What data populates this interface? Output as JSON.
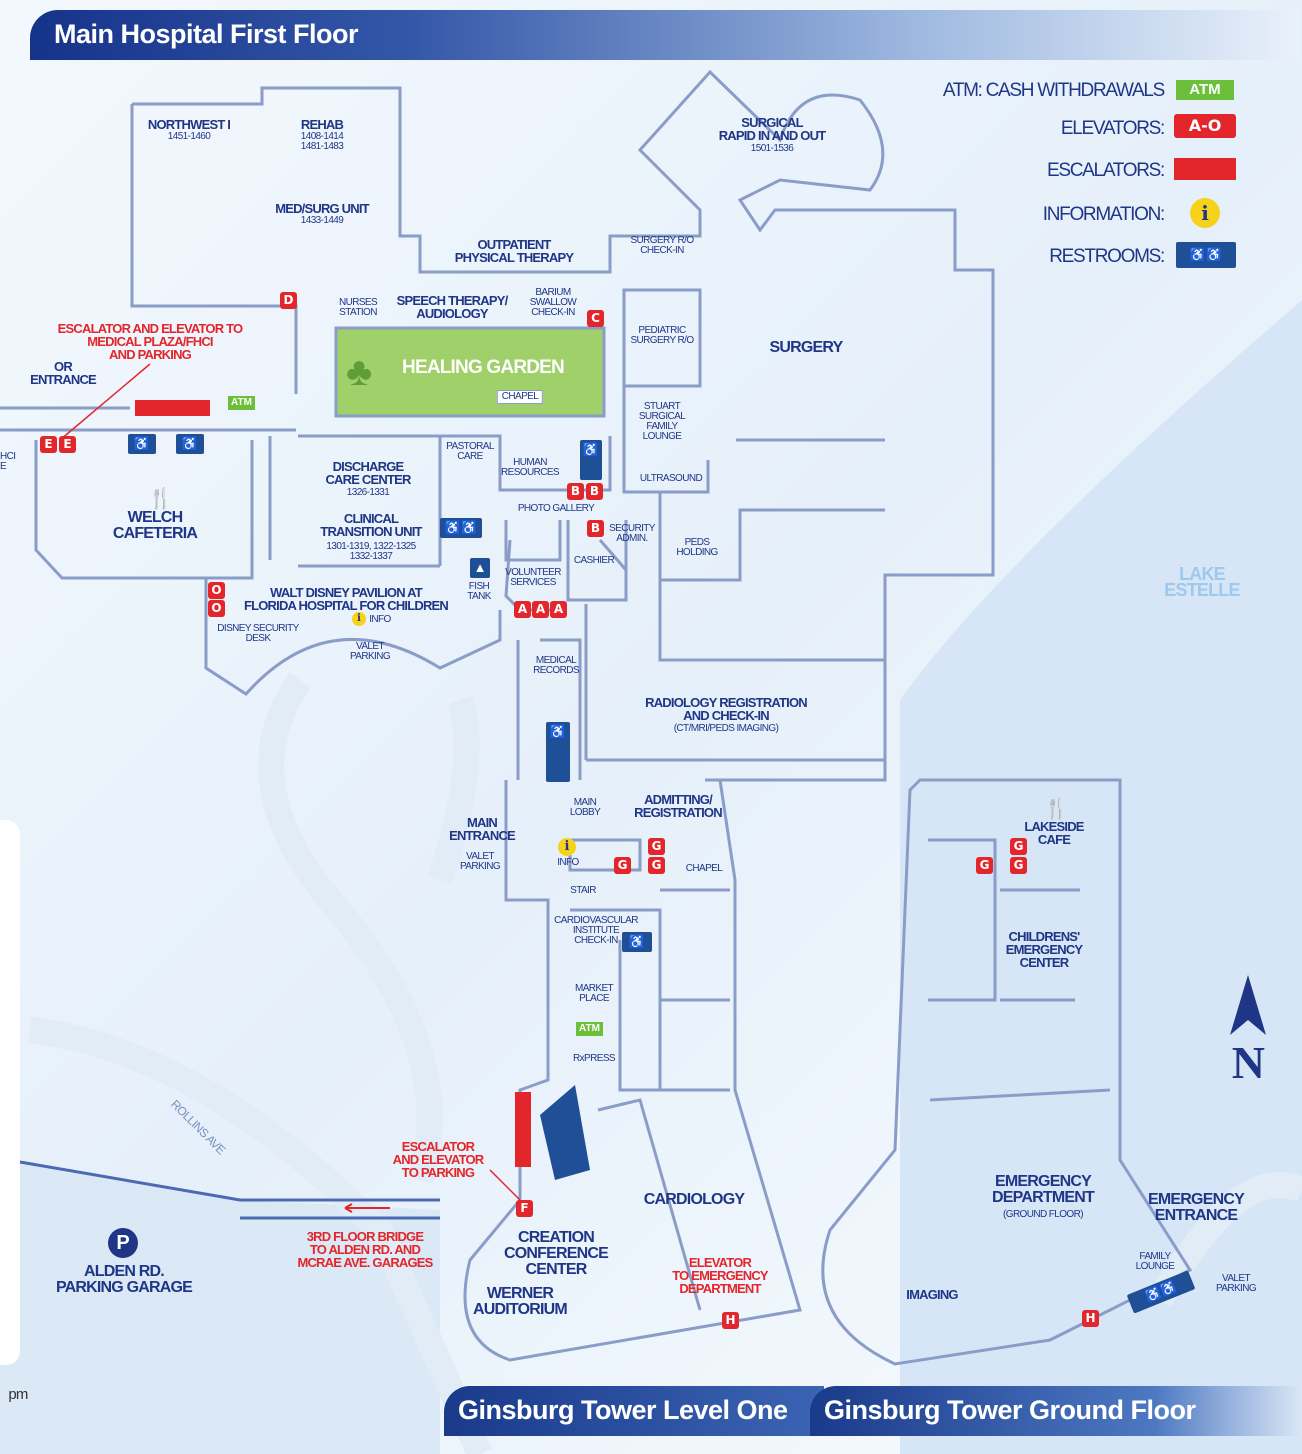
{
  "header": {
    "title": "Main Hospital First Floor"
  },
  "footer": {
    "level_one": "Ginsburg Tower Level One",
    "ground_floor": "Ginsburg Tower Ground Floor",
    "partial_text": "pm"
  },
  "colors": {
    "primary_blue": "#1f3687",
    "accent_red": "#e3262b",
    "garden_green": "#9fd06a",
    "atm_green": "#6bbf3b",
    "info_yellow": "#f6d21a",
    "lake_blue": "#cfe2f4"
  },
  "legend": {
    "atm": {
      "label": "ATM: CASH WITHDRAWALS",
      "badge": "ATM",
      "icon": "atm-icon"
    },
    "elevators": {
      "label": "ELEVATORS:",
      "badge": "A-O",
      "icon": "elevator-icon"
    },
    "escalators": {
      "label": "ESCALATORS:",
      "icon": "escalator-icon"
    },
    "information": {
      "label": "INFORMATION:",
      "badge": "i",
      "icon": "information-icon"
    },
    "restrooms": {
      "label": "RESTROOMS:",
      "icon": "restroom-icon"
    }
  },
  "compass": {
    "label": "N"
  },
  "rooms": {
    "northwest": "NORTHWEST I",
    "northwest_rooms": "1451-1460",
    "rehab": "REHAB",
    "rehab_rooms": "1408-1414\n1481-1483",
    "medsurg": "MED/SURG UNIT",
    "medsurg_rooms": "1433-1449",
    "outpatient": "OUTPATIENT\nPHYSICAL THERAPY",
    "surgical_rapid": "SURGICAL\nRAPID IN AND OUT",
    "surgical_rapid_rooms": "1501-1536",
    "surgery_ro": "SURGERY R/O\nCHECK-IN",
    "nurses": "NURSES\nSTATION",
    "speech": "SPEECH THERAPY/\nAUDIOLOGY",
    "barium": "BARIUM\nSWALLOW\nCHECK-IN",
    "pediatric_surgery": "PEDIATRIC\nSURGERY R/O",
    "surgery": "SURGERY",
    "healing_garden": "HEALING GARDEN",
    "chapel_garden": "CHAPEL",
    "escalator_medical": "ESCALATOR AND ELEVATOR TO\nMEDICAL PLAZA/FHCI\nAND PARKING",
    "or_entrance": "OR\nENTRANCE",
    "stuart": "STUART\nSURGICAL\nFAMILY\nLOUNGE",
    "pastoral": "PASTORAL\nCARE",
    "human_resources": "HUMAN\nRESOURCES",
    "ultrasound": "ULTRASOUND",
    "discharge": "DISCHARGE\nCARE CENTER",
    "discharge_rooms": "1326-1331",
    "welch": "WELCH\nCAFETERIA",
    "photo_gallery": "PHOTO GALLERY",
    "security": "SECURITY\nADMIN.",
    "peds_holding": "PEDS\nHOLDING",
    "clinical": "CLINICAL\nTRANSITION UNIT",
    "clinical_rooms": "1301-1319, 1322-1325\n1332-1337",
    "cashier": "CASHIER",
    "volunteer": "VOLUNTEER\nSERVICES",
    "fish_tank": "FISH\nTANK",
    "disney": "WALT DISNEY PAVILION AT\nFLORIDA HOSPITAL FOR CHILDREN",
    "info_disney": "INFO",
    "disney_security": "DISNEY SECURITY\nDESK",
    "valet_disney": "VALET\nPARKING",
    "medical_records": "MEDICAL\nRECORDS",
    "lake": "LAKE ESTELLE",
    "radiology": "RADIOLOGY REGISTRATION\nAND CHECK-IN",
    "radiology_sub": "(CT/MRI/PEDS IMAGING)",
    "admitting": "ADMITTING/\nREGISTRATION",
    "main_lobby": "MAIN\nLOBBY",
    "main_entrance": "MAIN\nENTRANCE",
    "valet_main": "VALET\nPARKING",
    "info_main": "INFO",
    "chapel_main": "CHAPEL",
    "stair": "STAIR",
    "cardiovascular": "CARDIOVASCULAR\nINSTITUTE\nCHECK-IN",
    "lakeside": "LAKESIDE\nCAFE",
    "childrens_emergency": "CHILDRENS'\nEMERGENCY\nCENTER",
    "market": "MARKET\nPLACE",
    "rxpress": "RxPRESS",
    "atm_market": "ATM",
    "atm_or": "ATM",
    "rollins": "ROLLINS AVE",
    "escalator_parking": "ESCALATOR\nAND ELEVATOR\nTO PARKING",
    "bridge": "3RD FLOOR BRIDGE\nTO ALDEN RD. AND\nMCRAE AVE. GARAGES",
    "creation": "CREATION\nCONFERENCE\nCENTER",
    "cardiology": "CARDIOLOGY",
    "emergency_dept": "EMERGENCY\nDEPARTMENT",
    "emergency_sub": "(GROUND FLOOR)",
    "emergency_entrance": "EMERGENCY\nENTRANCE",
    "alden": "ALDEN RD.\nPARKING GARAGE",
    "parking_symbol": "P",
    "werner": "WERNER\nAUDITORIUM",
    "elevator_emergency": "ELEVATOR\nTO EMERGENCY\nDEPARTMENT",
    "family_lounge": "FAMILY\nLOUNGE",
    "valet_er": "VALET\nPARKING",
    "imaging": "IMAGING",
    "edge_text": "HCI\nE"
  },
  "elevators": [
    "D",
    "C",
    "E",
    "E",
    "B",
    "B",
    "B",
    "A",
    "A",
    "A",
    "O",
    "O",
    "G",
    "G",
    "G",
    "G",
    "G",
    "G",
    "F",
    "H",
    "H"
  ]
}
